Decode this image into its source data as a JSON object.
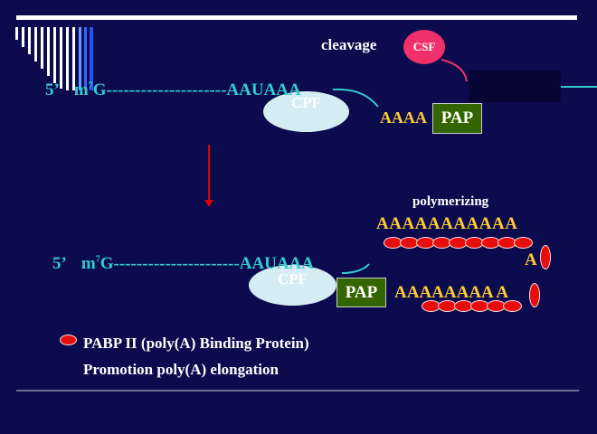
{
  "colors": {
    "background": "#0b0b4e",
    "rna_text": "#33cccc",
    "polyA_text": "#ffcc33",
    "pap_box": "#336600",
    "cpf_blob": "#d6ecf4",
    "csf_circle": "#f0306a",
    "pabp": "#e80d0d",
    "arrow": "#e00000"
  },
  "top": {
    "cleavage_label": "cleavage",
    "csf_label": "CSF",
    "five_prime": "5’",
    "cap_m": "m",
    "cap_sup": "7",
    "cap_g_and_dashes": "G---------------------AAUAAA",
    "cpf_label": "CPF",
    "polyA": "AAAA",
    "pap_label": "PAP"
  },
  "bottom": {
    "polymerizing_label": "polymerizing",
    "polyA_long": "AAAAAAAAAAA",
    "single_A": "A",
    "five_prime": "5’",
    "cap_m": "m",
    "cap_sup": "7",
    "cap_g_and_dashes": "G----------------------AAUAAA",
    "cpf_label": "CPF",
    "pap_label": "PAP",
    "polyA_tail": "AAAAAAAA A"
  },
  "legend": {
    "pabp_label": "PABP II (poly(A) Binding Protein)",
    "promotion_label": "Promotion poly(A) elongation"
  }
}
